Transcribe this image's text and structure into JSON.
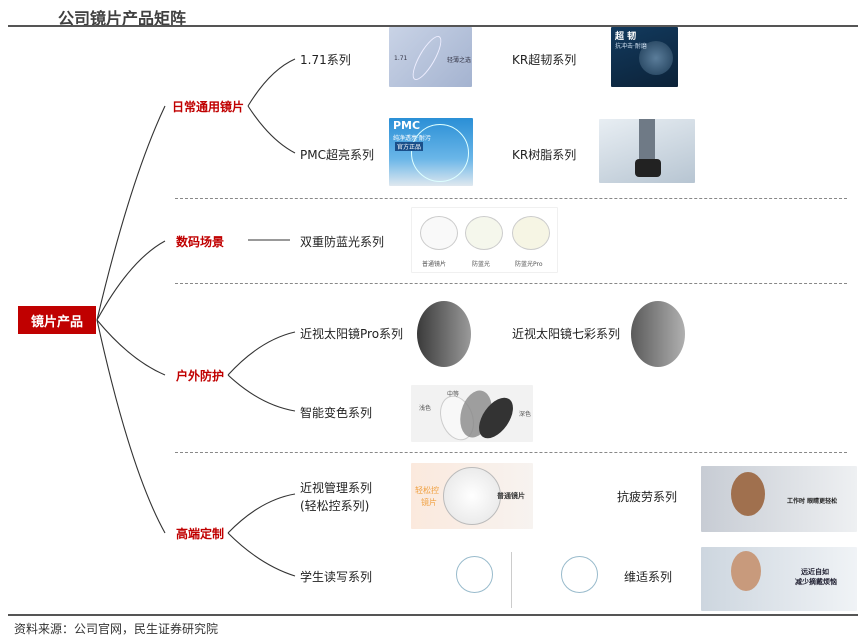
{
  "title": "公司镜片产品矩阵",
  "root": "镜片产品",
  "categories": [
    {
      "label": "日常通用镜片",
      "items": [
        "1.71系列",
        "KR超韧系列",
        "PMC超亮系列",
        "KR树脂系列"
      ]
    },
    {
      "label": "数码场景",
      "items": [
        "双重防蓝光系列"
      ]
    },
    {
      "label": "户外防护",
      "items": [
        "近视太阳镜Pro系列",
        "近视太阳镜七彩系列",
        "智能变色系列"
      ]
    },
    {
      "label": "高端定制",
      "items": [
        "近视管理系列",
        "(轻松控系列)",
        "抗疲劳系列",
        "学生读写系列",
        "维适系列"
      ]
    }
  ],
  "image_text": {
    "i171": [
      "1.71",
      "轻薄之选"
    ],
    "kr": [
      "超 韧",
      "抗冲击·耐磨"
    ],
    "pmc": [
      "PMC",
      "纯净透亮·耐污",
      "官方正品"
    ],
    "bluelight": [
      "普通镜片",
      "防蓝光",
      "防蓝光Pro"
    ],
    "photochromic": [
      "中等",
      "浅色",
      "深色"
    ],
    "myopia": [
      "轻松控",
      "镜片",
      "普通镜片"
    ],
    "fatigue": [
      "工作时 眼睛更轻松"
    ],
    "weishi": [
      "远近自如",
      "减少摘戴烦恼"
    ]
  },
  "footer": "资料来源：公司官网，民生证券研究院",
  "colors": {
    "accent": "#c00000"
  }
}
